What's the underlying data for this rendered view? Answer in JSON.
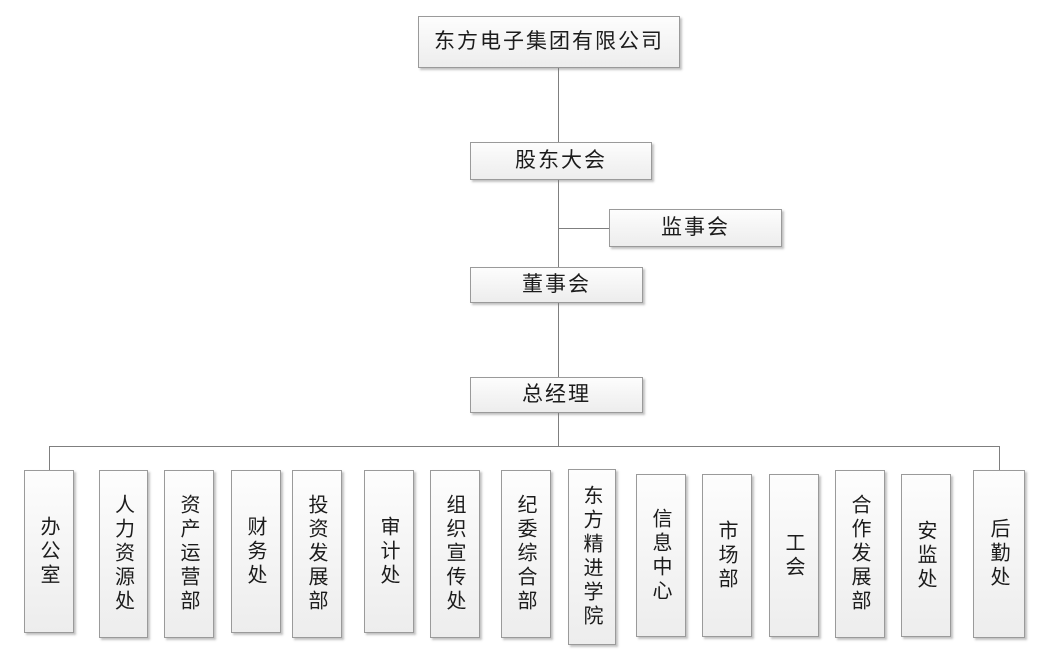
{
  "diagram": {
    "title_node": {
      "label": "东方电子集团有限公司"
    },
    "governance": [
      {
        "id": "shareholders",
        "label": "股东大会"
      },
      {
        "id": "supervisors",
        "label": "监事会"
      },
      {
        "id": "directors",
        "label": "董事会"
      },
      {
        "id": "general-manager",
        "label": "总经理"
      }
    ],
    "departments": [
      {
        "id": "office",
        "label": "办公室"
      },
      {
        "id": "human-resources",
        "label": "人力资源处"
      },
      {
        "id": "asset-operations",
        "label": "资产运营部"
      },
      {
        "id": "finance",
        "label": "财务处"
      },
      {
        "id": "investment-development",
        "label": "投资发展部"
      },
      {
        "id": "audit",
        "label": "审计处"
      },
      {
        "id": "organization-publicity",
        "label": "组织宣传处"
      },
      {
        "id": "discipline-general",
        "label": "纪委综合部"
      },
      {
        "id": "dongfang-academy",
        "label": "东方精进学院"
      },
      {
        "id": "information-center",
        "label": "信息中心"
      },
      {
        "id": "marketing",
        "label": "市场部"
      },
      {
        "id": "labor-union",
        "label": "工会"
      },
      {
        "id": "cooperation-development",
        "label": "合作发展部"
      },
      {
        "id": "safety-supervision",
        "label": "安监处"
      },
      {
        "id": "logistics",
        "label": "后勤处"
      }
    ],
    "colors": {
      "box_border": "#9a9a9a",
      "box_fill": "#f4f4f4",
      "connector": "#7f7f7f",
      "text": "#1c1c1c"
    }
  }
}
